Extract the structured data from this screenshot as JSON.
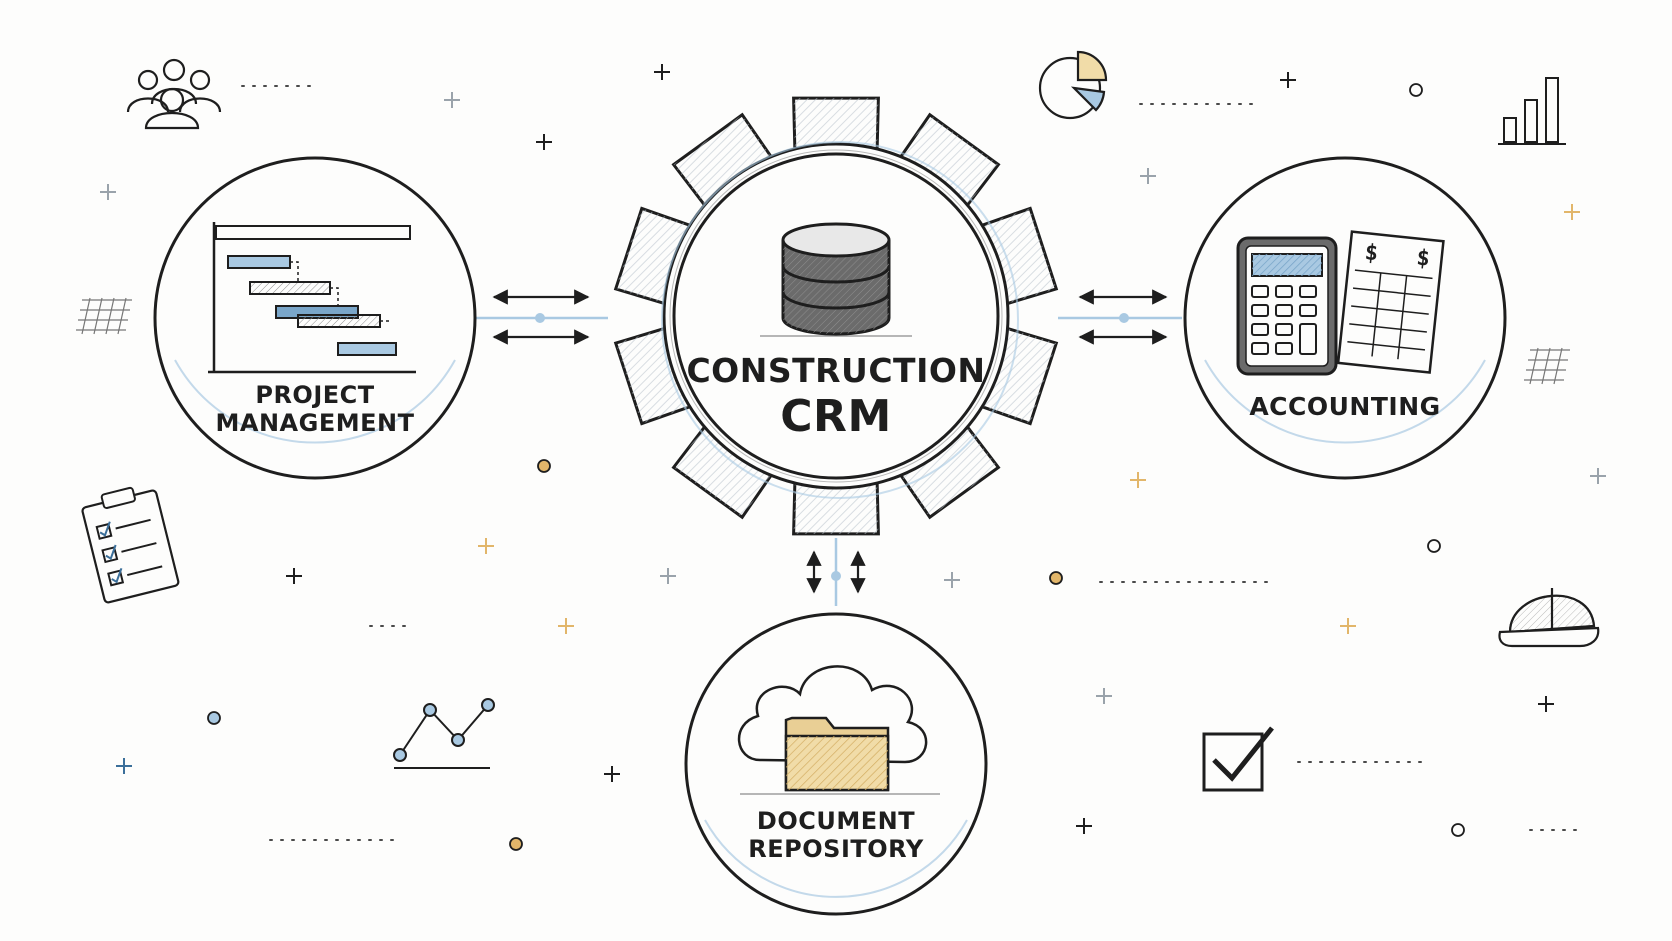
{
  "hub": {
    "line1": "CONSTRUCTION",
    "line2": "CRM"
  },
  "nodes": {
    "project_management": {
      "line1": "PROJECT",
      "line2": "MANAGEMENT"
    },
    "accounting": {
      "line1": "ACCOUNTING"
    },
    "document_repository": {
      "line1": "DOCUMENT",
      "line2": "REPOSITORY"
    }
  },
  "icons": {
    "hub": "database-icon",
    "project_management": "gantt-chart-icon",
    "accounting": [
      "calculator-icon",
      "spreadsheet-icon"
    ],
    "document_repository": [
      "cloud-icon",
      "folder-icon"
    ],
    "decorations": [
      "team-icon",
      "pie-chart-icon",
      "bar-chart-icon",
      "clipboard-checklist-icon",
      "line-chart-icon",
      "checkbox-icon",
      "hard-hat-icon"
    ]
  },
  "connections": [
    {
      "from": "project_management",
      "to": "hub",
      "direction": "bidirectional"
    },
    {
      "from": "hub",
      "to": "accounting",
      "direction": "bidirectional"
    },
    {
      "from": "hub",
      "to": "document_repository",
      "direction": "bidirectional"
    }
  ],
  "colors": {
    "ink": "#1e1e1e",
    "accent_blue": "#a9c9e2",
    "accent_gold": "#e9cf95"
  }
}
